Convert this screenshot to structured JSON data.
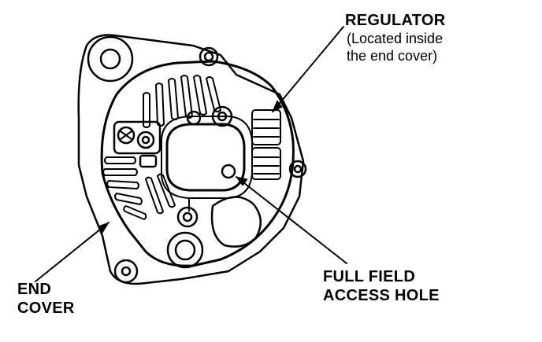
{
  "labels": {
    "regulator_title": "REGULATOR",
    "regulator_note_line1": "(Located inside",
    "regulator_note_line2": "the end cover)",
    "full_field_line1": "FULL FIELD",
    "full_field_line2": "ACCESS HOLE",
    "end_cover_line1": "END",
    "end_cover_line2": "COVER"
  },
  "colors": {
    "ink": "#000000",
    "paper": "#ffffff"
  }
}
